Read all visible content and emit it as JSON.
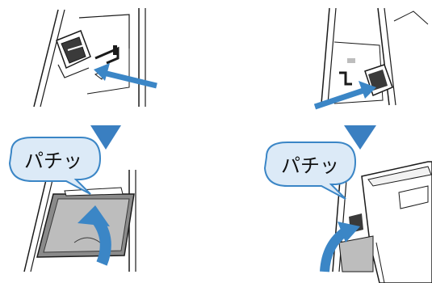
{
  "colors": {
    "line": "#1a1a1a",
    "accent_blue": "#3b86c6",
    "triangle_blue": "#3a7fc1",
    "bubble_fill": "#dceaf7",
    "bubble_stroke": "#3b86c6",
    "panel_fill": "#ffffff"
  },
  "steps": [
    {
      "id": "left",
      "bubble_text": "パチッ"
    },
    {
      "id": "right",
      "bubble_text": "パチッ"
    }
  ]
}
